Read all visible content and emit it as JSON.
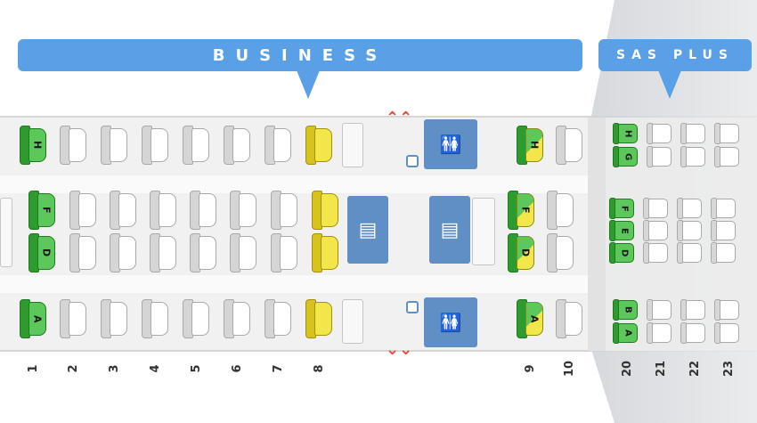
{
  "cabins": [
    {
      "id": "business",
      "label": "BUSINESS"
    },
    {
      "id": "plus",
      "label": "SAS PLUS"
    }
  ],
  "colors": {
    "banner": "#5aa0e6",
    "facility": "#5f8fc4",
    "seat_available": "#5cc85c",
    "seat_premium": "#f3e64a",
    "seat_standard": "#ffffff",
    "exit": "#e24b35"
  },
  "rows": {
    "r1": "1",
    "r2": "2",
    "r3": "3",
    "r4": "4",
    "r5": "5",
    "r6": "6",
    "r7": "7",
    "r8": "8",
    "r9": "9",
    "r10": "10",
    "r20": "20",
    "r21": "21",
    "r22": "22",
    "r23": "23"
  },
  "seat_letters": {
    "H": "H",
    "F": "F",
    "D": "D",
    "A": "A",
    "G": "G",
    "E": "E",
    "B": "B"
  },
  "icons": {
    "lavatory": "lavatory-icon",
    "galley": "galley-icon",
    "exit": "exit-arrow-icon"
  }
}
